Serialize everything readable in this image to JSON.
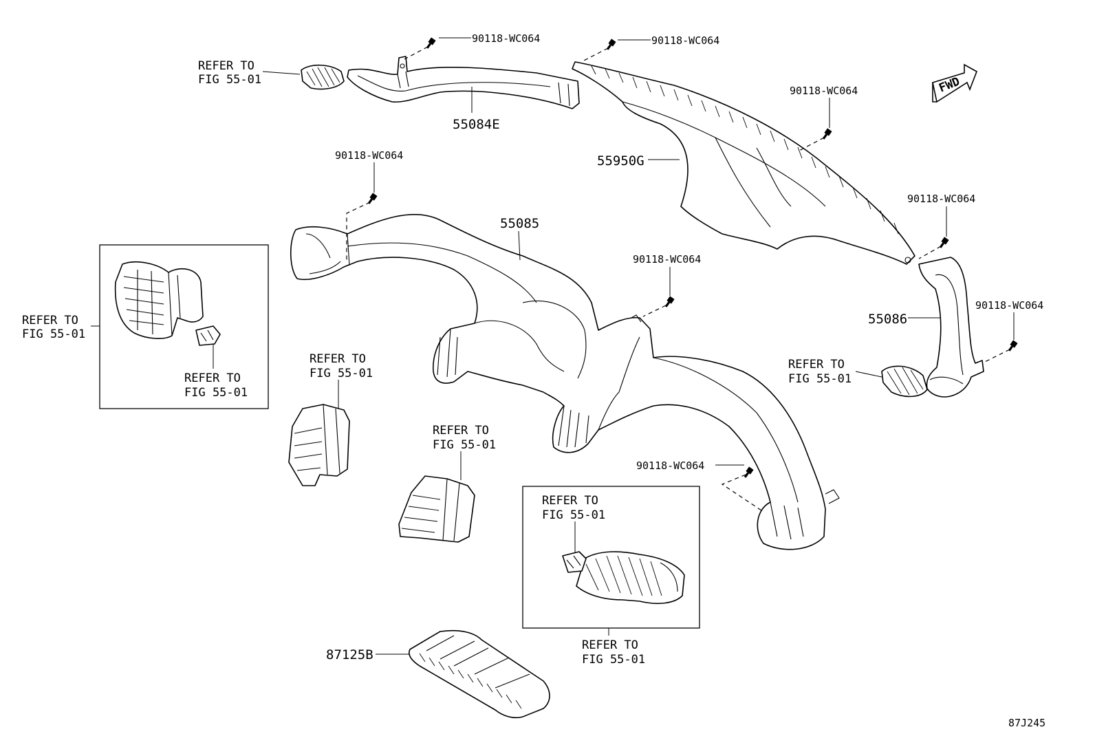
{
  "parts": {
    "p55084E": "55084E",
    "p55950G": "55950G",
    "p55085": "55085",
    "p55086": "55086",
    "p87125B": "87125B"
  },
  "screw_code": "90118-WC064",
  "refer": {
    "line1": "REFER TO",
    "line2": "FIG 55-01"
  },
  "fwd_badge": "FWD",
  "figure_code": "87J245"
}
